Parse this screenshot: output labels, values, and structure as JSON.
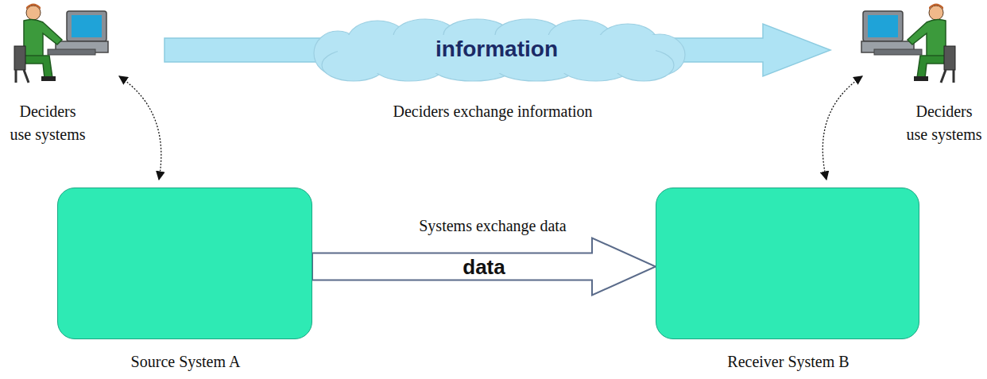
{
  "diagram": {
    "nodes": [
      {
        "text": [
          "information"
        ]
      },
      {
        "text": [
          "Source System A"
        ]
      },
      {
        "text": [
          "Receiver System B"
        ]
      }
    ],
    "edges": [
      {
        "from": 1,
        "to": 2,
        "arrow": "to",
        "label": "data"
      }
    ],
    "labels": [
      "Deciders use systems",
      "Deciders exchange information",
      "Deciders use systems",
      "Systems exchange data"
    ]
  }
}
